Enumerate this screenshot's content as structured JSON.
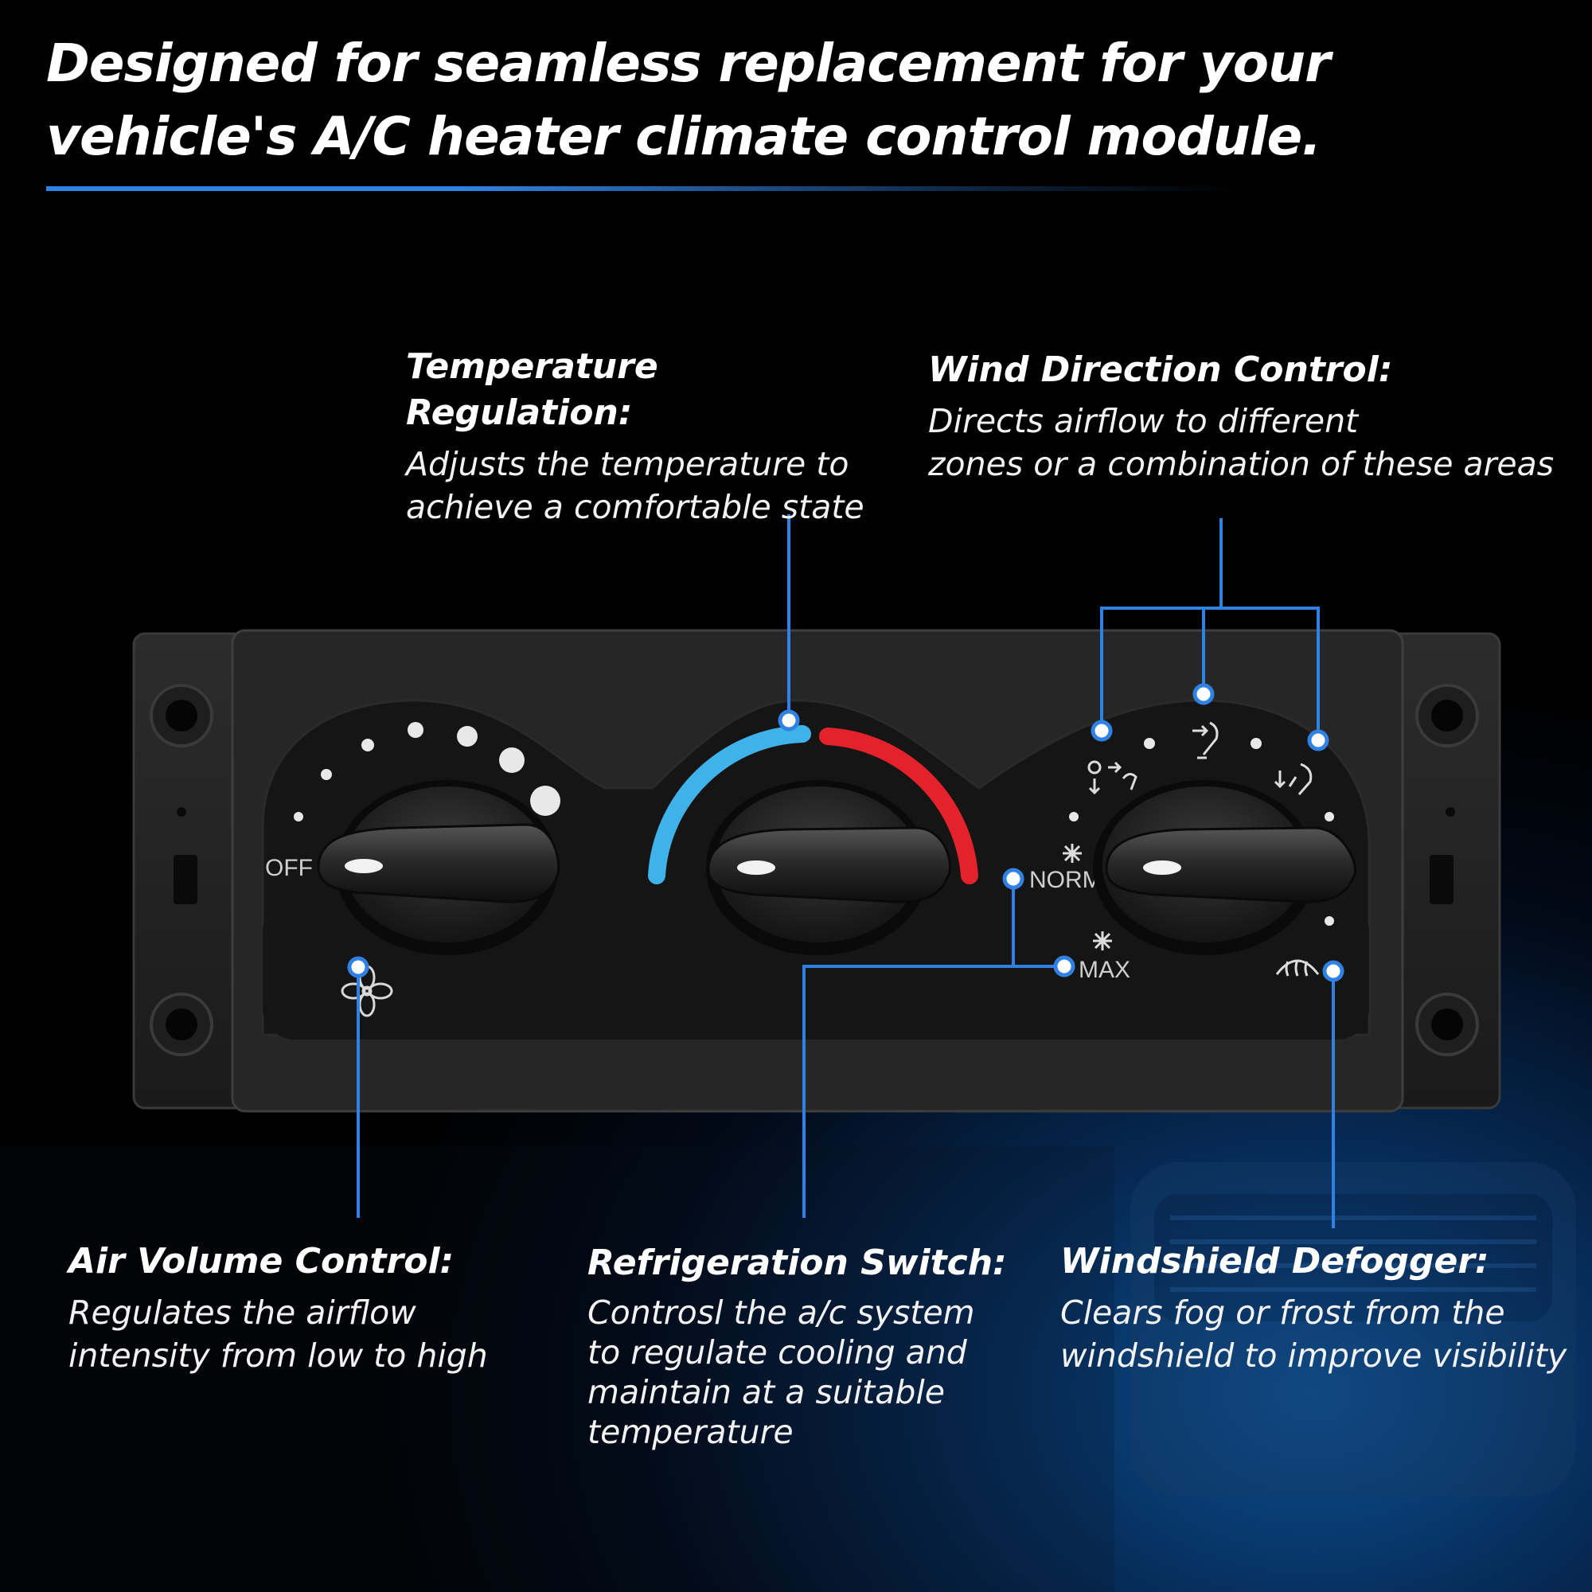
{
  "headline": "Designed for seamless replacement for your vehicle's A/C heater climate control module.",
  "accent_color": "#2f82e3",
  "panel": {
    "labels": {
      "off": "OFF",
      "norm": "NORM",
      "max": "MAX"
    },
    "icons": [
      "fan-icon",
      "vent-defrost-icon",
      "face-vent-icon",
      "floor-defrost-icon",
      "snowflake-icon",
      "windshield-defrost-icon"
    ],
    "cold_color": "#3fb2ea",
    "hot_color": "#e3222b"
  },
  "callouts": {
    "temperature": {
      "title": "Temperature Regulation:",
      "body": "Adjusts the temperature to\nachieve a comfortable state"
    },
    "wind": {
      "title": "Wind Direction Control:",
      "body": "Directs airflow to different\nzones or a combination of these areas"
    },
    "air": {
      "title": "Air Volume Control:",
      "body": "Regulates the airflow\nintensity from low to high"
    },
    "refrigeration": {
      "title": "Refrigeration Switch:",
      "body": "Controsl the a/c system\nto regulate cooling and\nmaintain at a suitable\ntemperature"
    },
    "defogger": {
      "title": "Windshield Defogger:",
      "body": "Clears fog or frost from the\nwindshield to improve visibility"
    }
  }
}
